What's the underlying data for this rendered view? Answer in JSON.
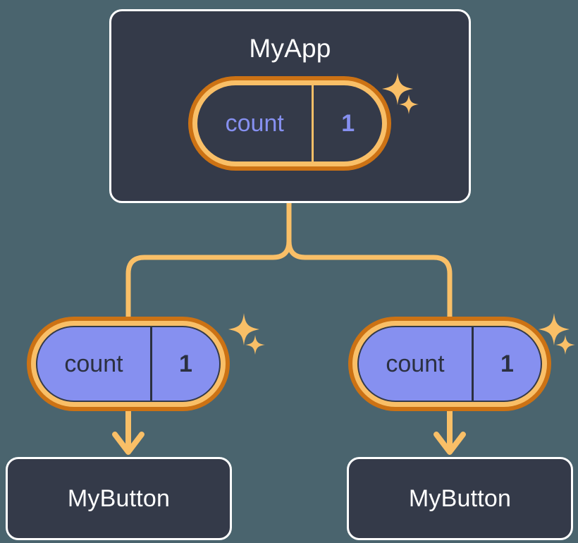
{
  "diagram": {
    "background_color": "#4a646e",
    "accent_orange_light": "#f9bf67",
    "accent_orange_dark": "#cc7214",
    "state_purple": "#8690f0",
    "node_fill": "#343a49",
    "node_border": "#ffffff"
  },
  "root": {
    "title": "MyApp",
    "state": {
      "name": "count",
      "value": "1"
    }
  },
  "children": [
    {
      "state": {
        "name": "count",
        "value": "1"
      },
      "title": "MyButton"
    },
    {
      "state": {
        "name": "count",
        "value": "1"
      },
      "title": "MyButton"
    }
  ],
  "icons": {
    "sparkle_large": "sparkle-four-point-large",
    "sparkle_small": "sparkle-four-point-small",
    "branch": "tree-branch-connector",
    "arrow": "arrow-down"
  }
}
